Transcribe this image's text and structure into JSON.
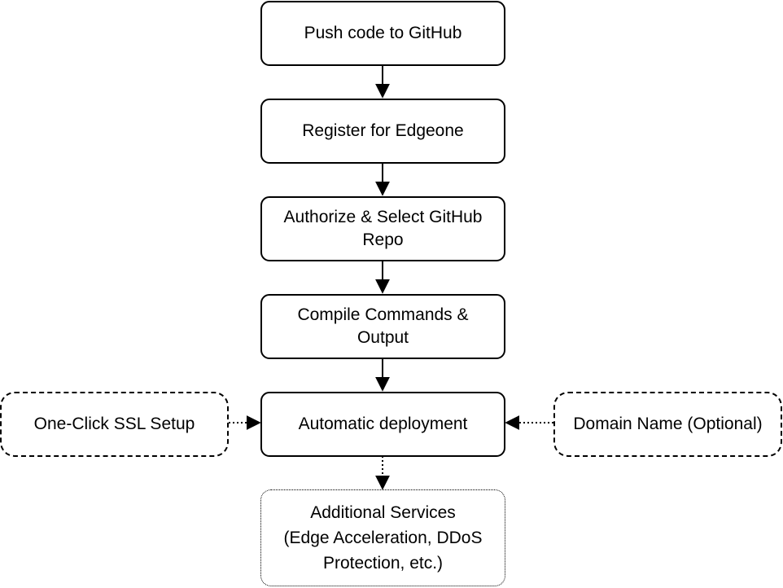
{
  "diagram": {
    "nodes": {
      "push": "Push code to GitHub",
      "register": "Register for Edgeone",
      "authorize": "Authorize & Select GitHub\nRepo",
      "compile": "Compile Commands &\nOutput",
      "deploy": "Automatic deployment",
      "ssl": "One-Click SSL Setup",
      "domain": "Domain Name (Optional)",
      "additional": "Additional Services\n (Edge Acceleration, DDoS\nProtection, etc.)"
    },
    "edges": [
      {
        "from": "push",
        "to": "register",
        "style": "solid"
      },
      {
        "from": "register",
        "to": "authorize",
        "style": "solid"
      },
      {
        "from": "authorize",
        "to": "compile",
        "style": "solid"
      },
      {
        "from": "compile",
        "to": "deploy",
        "style": "solid"
      },
      {
        "from": "ssl",
        "to": "deploy",
        "style": "dotted"
      },
      {
        "from": "domain",
        "to": "deploy",
        "style": "dotted"
      },
      {
        "from": "deploy",
        "to": "additional",
        "style": "dotted"
      }
    ],
    "colors": {
      "stroke": "#000000",
      "background": "#ffffff"
    }
  }
}
